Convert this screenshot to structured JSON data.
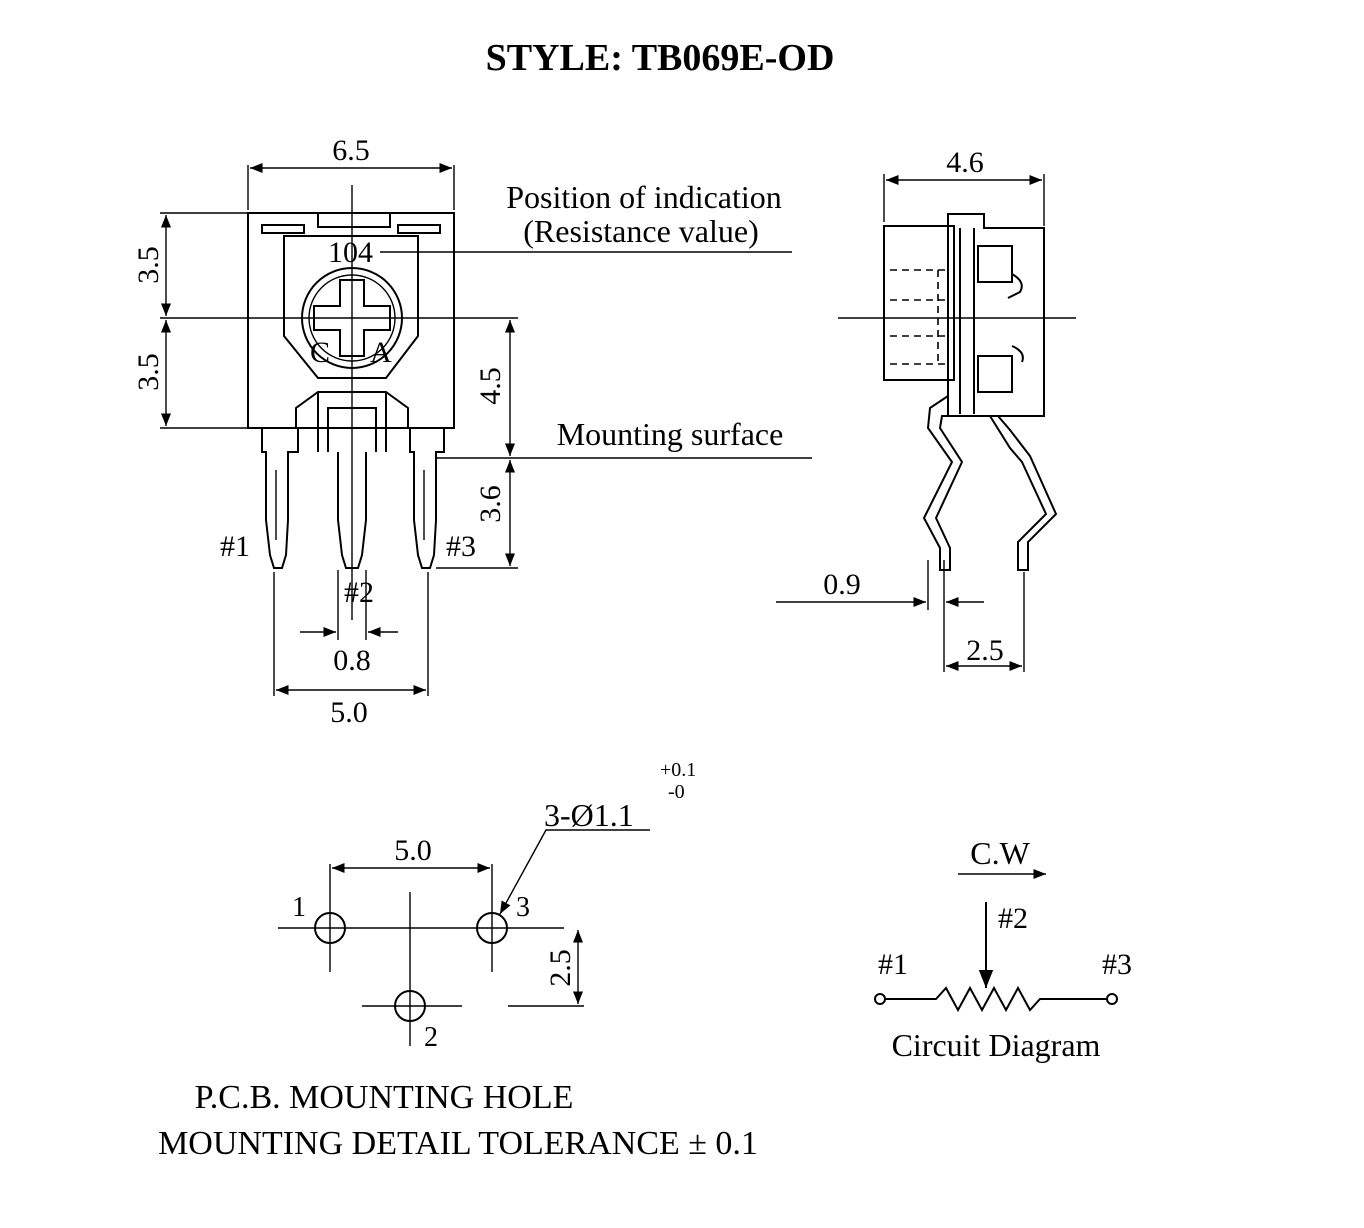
{
  "title": "STYLE: TB069E-OD",
  "front_view": {
    "width_dim": "6.5",
    "top_height_dim": "3.5",
    "bottom_height_dim": "3.5",
    "center_height_dim": "4.5",
    "pin_length_dim": "3.6",
    "pin_width_dim": "0.8",
    "pin_span_dim": "5.0",
    "marking_text": "104",
    "label_c": "C",
    "label_a": "A",
    "pin1": "#1",
    "pin2": "#2",
    "pin3": "#3",
    "indication_line1": "Position of indication",
    "indication_line2": "(Resistance value)",
    "mounting_surface": "Mounting surface"
  },
  "side_view": {
    "width_dim": "4.6",
    "pin_thickness_dim": "0.9",
    "pin_offset_dim": "2.5"
  },
  "pcb": {
    "spacing_dim": "5.0",
    "offset_dim": "2.5",
    "hole_spec": "3-Ø1.1",
    "tol_plus": "+0.1",
    "tol_minus": "-0",
    "hole1": "1",
    "hole2": "2",
    "hole3": "3",
    "caption_line1": "P.C.B. MOUNTING HOLE",
    "caption_line2": "MOUNTING DETAIL TOLERANCE ± 0.1"
  },
  "circuit": {
    "direction": "C.W",
    "pin1": "#1",
    "pin2": "#2",
    "pin3": "#3",
    "caption": "Circuit Diagram"
  }
}
